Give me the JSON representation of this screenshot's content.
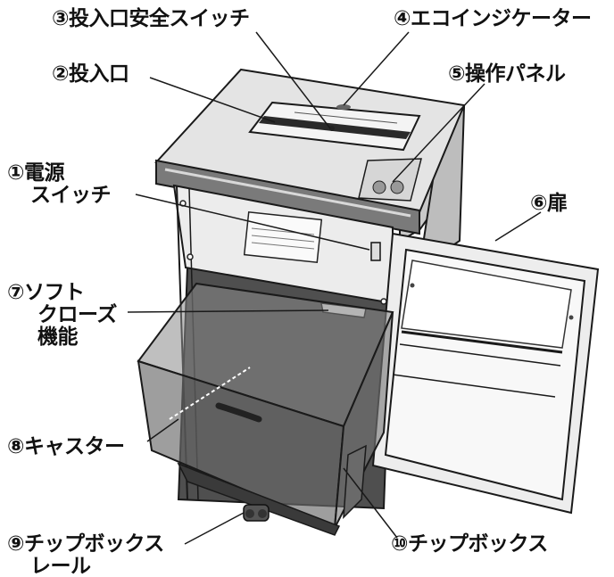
{
  "labels": {
    "power_switch": [
      "①電源",
      "スイッチ"
    ],
    "slot": "②投入口",
    "slot_safety_switch": "③投入口安全スイッチ",
    "eco_indicator": "④エコインジケーター",
    "control_panel": "⑤操作パネル",
    "door": "⑥扉",
    "soft_close": [
      "⑦ソフト",
      "クローズ",
      "機能"
    ],
    "caster": "⑧キャスター",
    "chip_box_rail": [
      "⑨チップボックス",
      "レール"
    ],
    "chip_box": "⑩チップボックス"
  },
  "colors": {
    "line": "#1a1a1a",
    "body_light": "#e9e9e9",
    "body_mid": "#d2d2d2",
    "body_dark": "#8c8c8c",
    "box_tint": "#9a9a9a",
    "interior": "#5a5a5a"
  }
}
